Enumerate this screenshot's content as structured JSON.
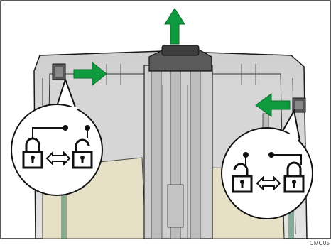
{
  "figure": {
    "code": "CMC05"
  },
  "callouts": {
    "left": {
      "side": "left",
      "order": [
        "locked",
        "unlocked"
      ],
      "separator": "⇔"
    },
    "right": {
      "side": "right",
      "order": [
        "unlocked",
        "locked"
      ],
      "separator": "⇔"
    }
  },
  "arrows": [
    {
      "name": "pull-up-arrow",
      "direction": "up",
      "color": "#0f9a3f"
    },
    {
      "name": "slide-right-arrow",
      "direction": "right",
      "color": "#0f9a3f"
    },
    {
      "name": "slide-left-arrow",
      "direction": "left",
      "color": "#0f9a3f"
    }
  ],
  "colors": {
    "tray_fill": "#d9d9d9",
    "tray_dark": "#9a9a9a",
    "tray_outline": "#1a1a1a",
    "paper_fill": "#e6e1c6",
    "arrow": "#0f9a3f",
    "callout_fill": "#ffffff"
  }
}
